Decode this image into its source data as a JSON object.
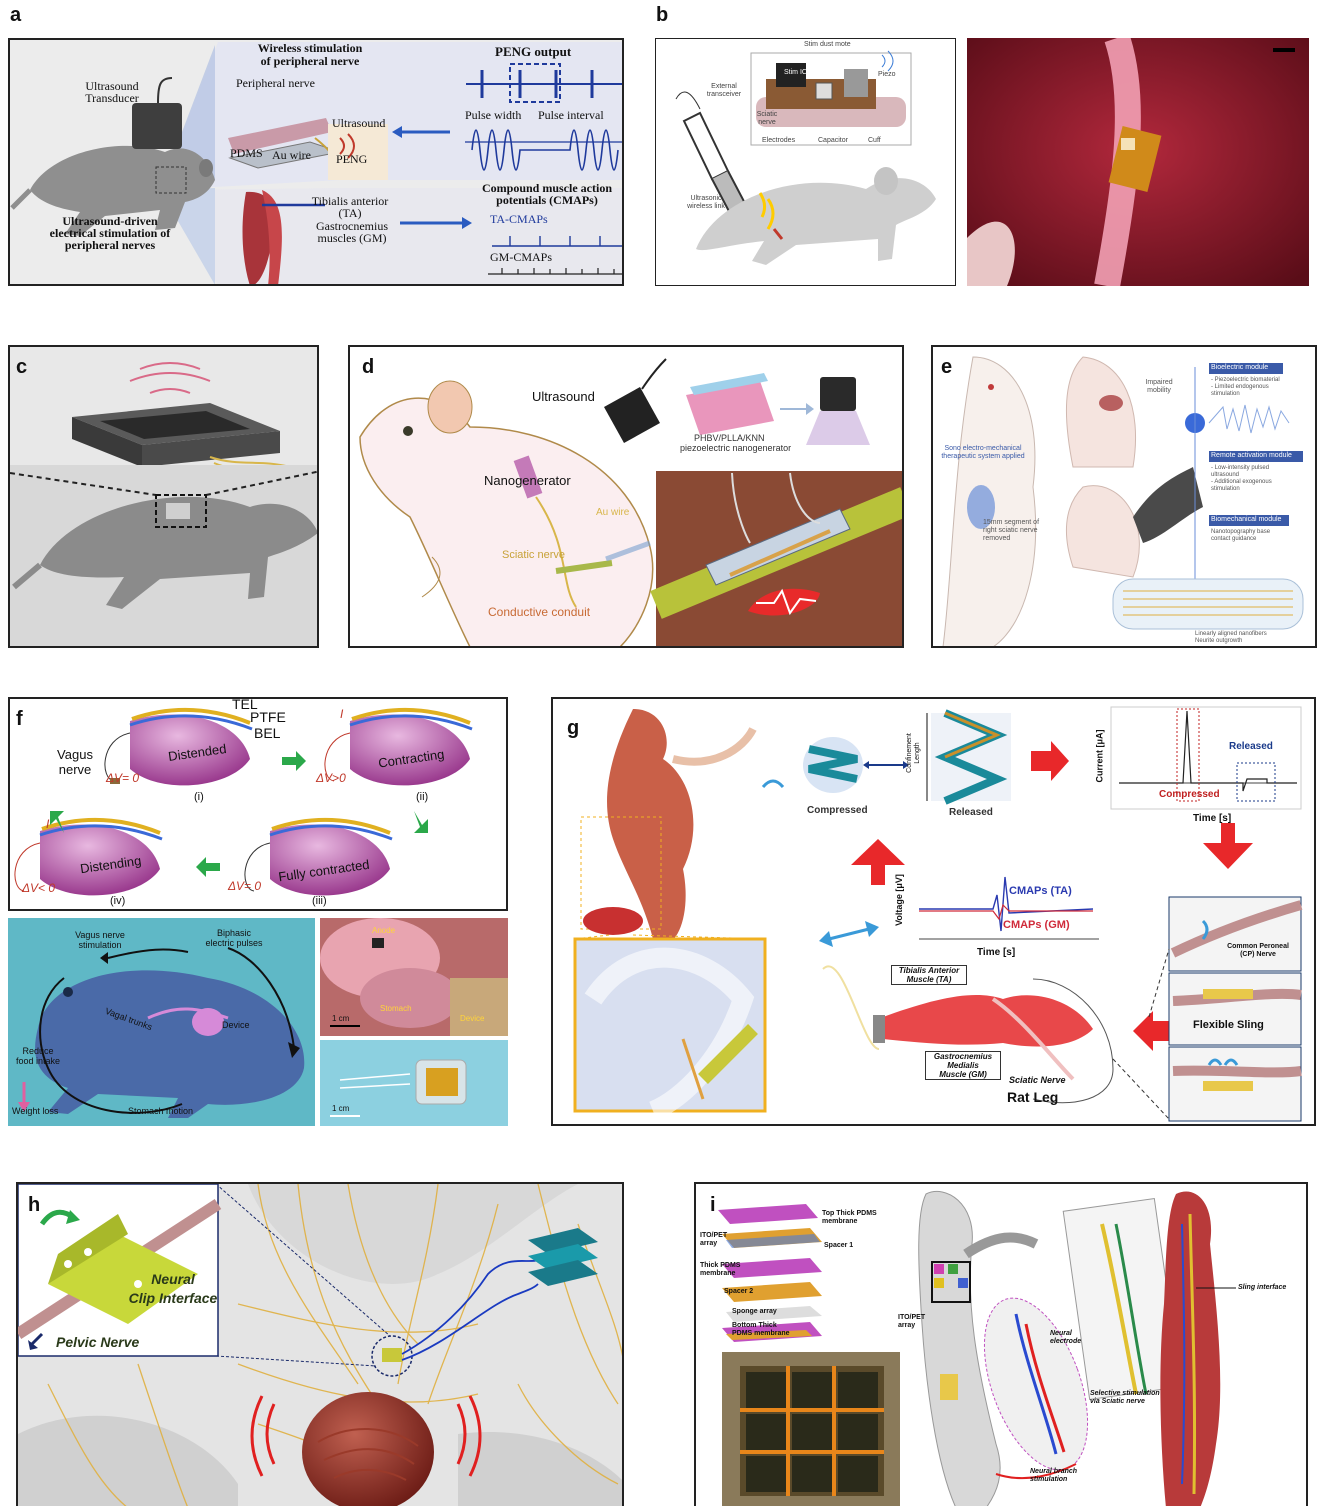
{
  "panel_labels": {
    "a": "a",
    "b": "b",
    "c": "c",
    "d": "d",
    "e": "e",
    "f": "f",
    "g": "g",
    "h": "h",
    "i": "i"
  },
  "a": {
    "wireless_title_1": "Wireless stimulation",
    "wireless_title_2": "of peripheral nerve",
    "peng_output": "PENG output",
    "transducer_1": "Ultrasound",
    "transducer_2": "Transducer",
    "peripheral_nerve": "Peripheral nerve",
    "ultrasound": "Ultrasound",
    "pdms": "PDMS",
    "au_wire": "Au wire",
    "peng": "PENG",
    "pulse_width": "Pulse width",
    "pulse_interval": "Pulse interval",
    "driven_1": "Ultrasound-driven",
    "driven_2": "electrical stimulation of",
    "driven_3": "peripheral nerves",
    "ta_1": "Tibialis anterior",
    "ta_2": "(TA)",
    "gm_1": "Gastrocnemius",
    "gm_2": "muscles (GM)",
    "cmap_1": "Compound muscle action",
    "cmap_2": "potentials (CMAPs)",
    "ta_cmaps": "TA-CMAPs",
    "gm_cmaps": "GM-CMAPs"
  },
  "b": {
    "mote": "Stim dust mote",
    "ext_1": "External",
    "ext_2": "transceiver",
    "stim_ic": "Stim IC",
    "piezo": "Piezo",
    "sciatic_1": "Sciatic",
    "sciatic_2": "nerve",
    "electrodes": "Electrodes",
    "capacitor": "Capacitor",
    "cuff": "Cuff",
    "wireless_1": "Ultrasonic",
    "wireless_2": "wireless link"
  },
  "d": {
    "ultrasound": "Ultrasound",
    "material": "PHBV/PLLA/KNN",
    "png": "piezoelectric nanogenerator",
    "nanogenerator": "Nanogenerator",
    "au_wire": "Au wire",
    "sciatic": "Sciatic nerve",
    "conduit": "Conductive conduit"
  },
  "e": {
    "impaired_1": "Impaired",
    "impaired_2": "mobility",
    "system_1": "Sono electro-mechanical",
    "system_2": "therapeutic system applied",
    "segment_1": "15mm segment of",
    "segment_2": "right sciatic nerve",
    "segment_3": "removed",
    "mod1": "Bioelectric module",
    "mod1_1": "- Piezoelectric biomaterial",
    "mod1_2": "- Limited endogenous",
    "mod1_3": "  stimulation",
    "mod2": "Remote activation module",
    "mod2_1": "- Low-intensity pulsed",
    "mod2_2": "  ultrasound",
    "mod2_3": "- Additional exogenous",
    "mod2_4": "  stimulation",
    "mod3": "Biomechanical module",
    "mod3_1": "Nanotopography base",
    "mod3_2": "contact guidance",
    "fiber_1": "Linearly aligned nanofibers",
    "fiber_2": "Neurite outgrowth"
  },
  "f": {
    "tel": "TEL",
    "ptfe": "PTFE",
    "bel": "BEL",
    "vagus_1": "Vagus",
    "vagus_2": "nerve",
    "distended": "Distended",
    "contracting": "Contracting",
    "distending": "Distending",
    "fully": "Fully contracted",
    "dv0": "ΔV= 0",
    "dvpos": "ΔV>0",
    "dvneg": "ΔV< 0",
    "dv0b": "ΔV= 0",
    "i": "(i)",
    "ii": "(ii)",
    "iii": "(iii)",
    "iv": "(iv)",
    "current": "I",
    "vns_1": "Vagus nerve",
    "vns_2": "stimulation",
    "bip_1": "Biphasic",
    "bip_2": "electric pulses",
    "vagal": "Vagal trunks",
    "device": "Device",
    "reduce_1": "Reduce",
    "reduce_2": "food intake",
    "weight": "Weight loss",
    "stomach_motion": "Stomach motion",
    "photo_anode": "Anode",
    "photo_stomach": "Stomach",
    "photo_device": "Device",
    "scale1": "1 cm",
    "scale2": "1 cm"
  },
  "g": {
    "compressed": "Compressed",
    "released": "Released",
    "confinement_1": "Confinement",
    "confinement_2": "Length",
    "current_axis": "Current [μA]",
    "time_axis": "Time [s]",
    "compressed_red": "Compressed",
    "released_blue": "Released",
    "voltage_axis": "Voltage [μV]",
    "cmaps_ta": "CMAPs (TA)",
    "cmaps_gm": "CMAPs (GM)",
    "time_axis2": "Time [s]",
    "ta_1": "Tibialis Anterior",
    "ta_2": "Muscle (TA)",
    "gm_1": "Gastrocnemius",
    "gm_2": "Medialis",
    "gm_3": "Muscle (GM)",
    "sciatic": "Sciatic Nerve",
    "rat_leg": "Rat Leg",
    "cp_1": "Common Peroneal",
    "cp_2": "(CP) Nerve",
    "sling": "Flexible Sling"
  },
  "h": {
    "clip_1": "Neural",
    "clip_2": "Clip Interface",
    "pelvic": "Pelvic Nerve"
  },
  "i": {
    "top_1": "Top Thick PDMS",
    "top_2": "membrane",
    "ito_1": "ITO/PET",
    "ito_2": "array",
    "spacer1": "Spacer 1",
    "thick_1": "Thick PDMS",
    "thick_2": "membrane",
    "spacer2": "Spacer 2",
    "sponge": "Sponge array",
    "bottom_1": "Bottom Thick",
    "bottom_2": "PDMS membrane",
    "ito2_1": "ITO/PET",
    "ito2_2": "array",
    "neural_1": "Neural",
    "neural_2": "electrode",
    "selective_1": "Selective stimulation",
    "selective_2": "via Sciatic nerve",
    "branch_1": "Neural branch",
    "branch_2": "stimulation",
    "sling": "Sling interface"
  }
}
